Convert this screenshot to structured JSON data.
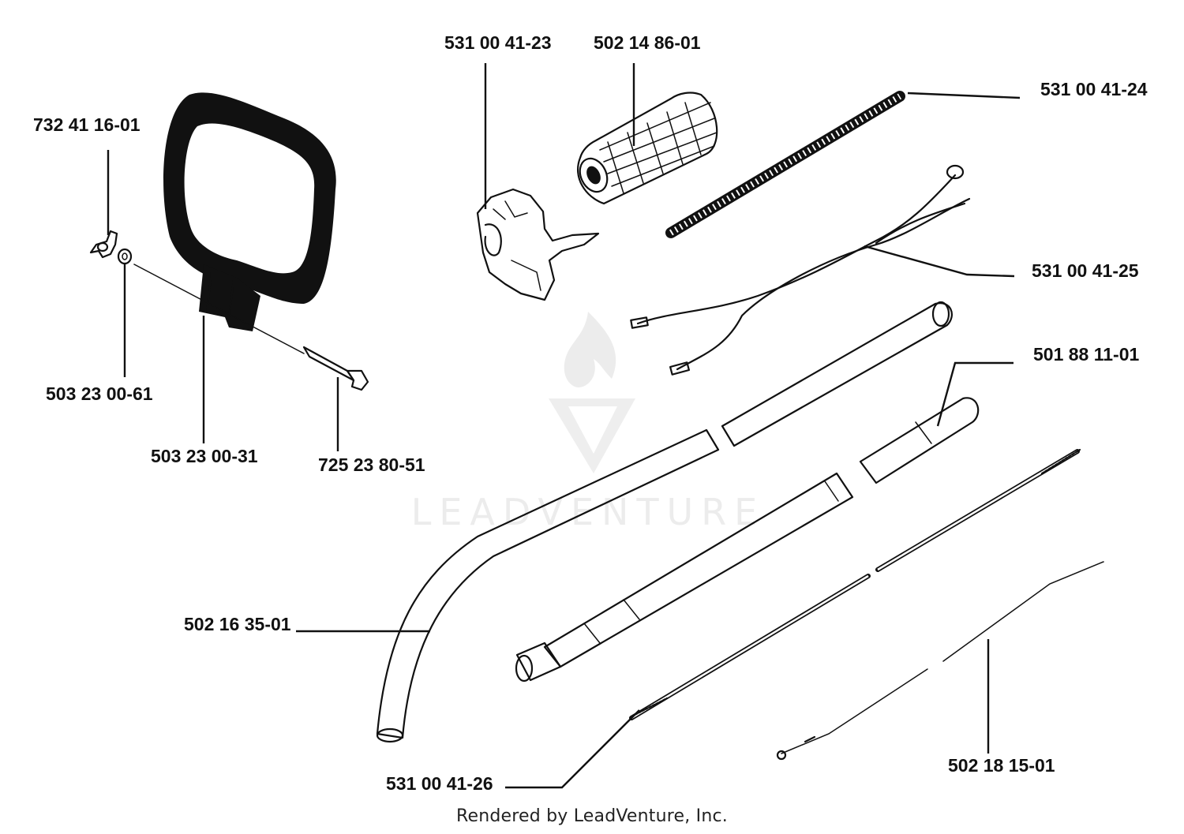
{
  "watermark": {
    "text": "LEADVENTURE",
    "color": "#ebebeb"
  },
  "footer": {
    "credit": "Rendered by LeadVenture, Inc."
  },
  "parts": [
    {
      "id": "p1",
      "number": "531 00 41-23"
    },
    {
      "id": "p2",
      "number": "502 14 86-01"
    },
    {
      "id": "p3",
      "number": "531 00 41-24"
    },
    {
      "id": "p4",
      "number": "732 41 16-01"
    },
    {
      "id": "p5",
      "number": "531 00 41-25"
    },
    {
      "id": "p6",
      "number": "501 88 11-01"
    },
    {
      "id": "p7",
      "number": "503 23 00-61"
    },
    {
      "id": "p8",
      "number": "503 23 00-31"
    },
    {
      "id": "p9",
      "number": "725 23 80-51"
    },
    {
      "id": "p10",
      "number": "502 16 35-01"
    },
    {
      "id": "p11",
      "number": "531 00 41-26"
    },
    {
      "id": "p12",
      "number": "502 18 15-01"
    }
  ]
}
